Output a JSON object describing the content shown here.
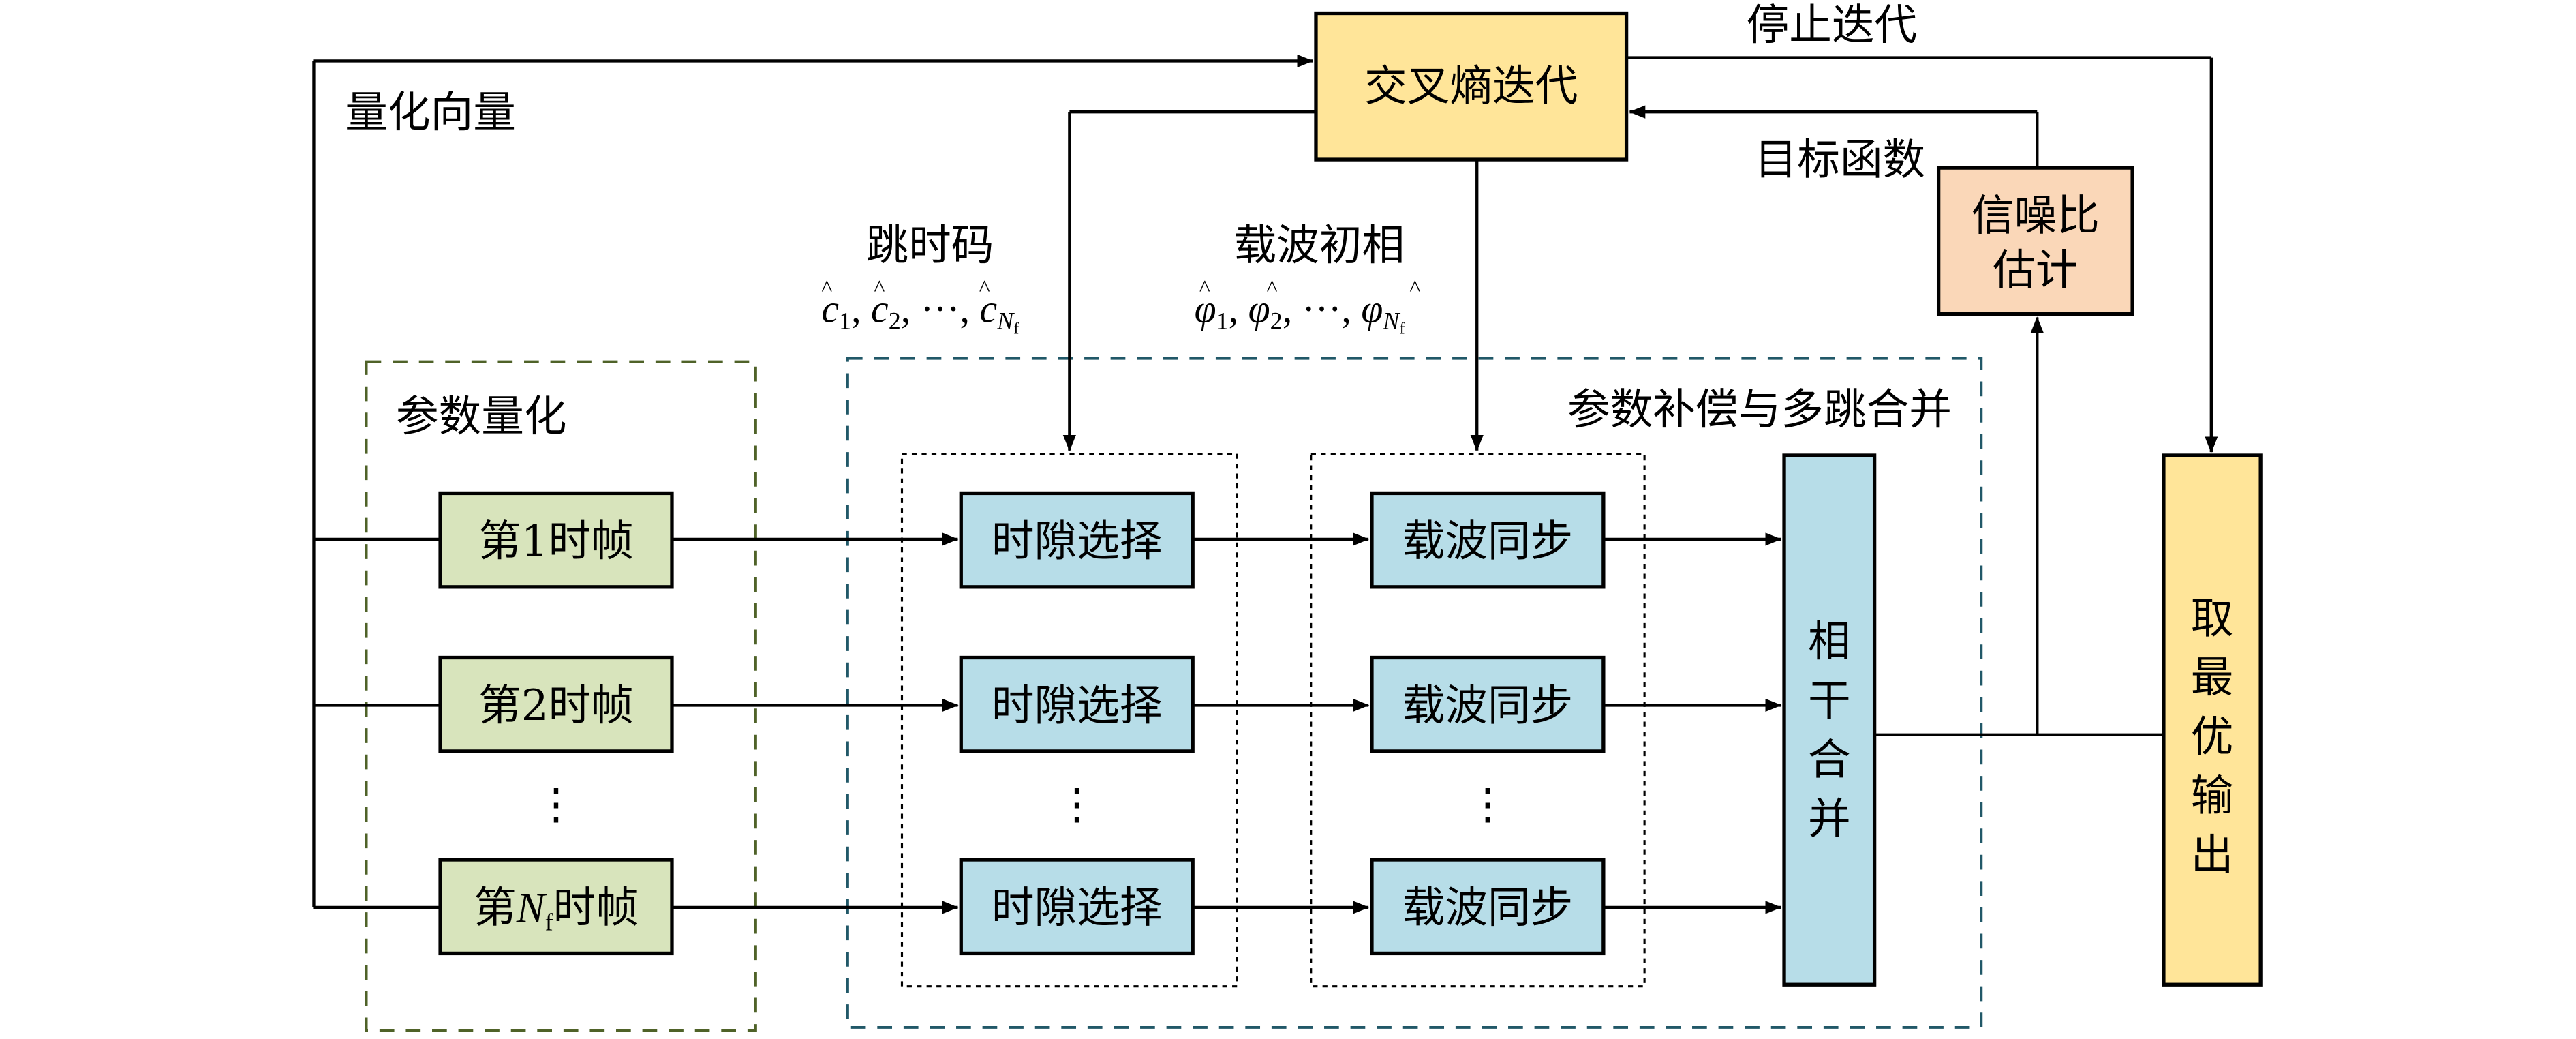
{
  "colors": {
    "cross_entropy": "#FFE599",
    "frame": "#D8E4BC",
    "process": "#B7DDE8",
    "snr": "#FAD7B8",
    "output": "#FFE599",
    "quant_group_border": "#4F6228",
    "comp_group_border": "#215868"
  },
  "labels": {
    "quantized_vector": "量化向量",
    "stop_iteration": "停止迭代",
    "objective_function": "目标函数",
    "hopping_code": "跳时码",
    "hopping_code_math": {
      "sym": "c",
      "items": [
        "1",
        "2",
        "N"
      ],
      "last_sub": "f",
      "ellipsis": "···"
    },
    "carrier_phase": "载波初相",
    "carrier_phase_math": {
      "sym": "φ",
      "items": [
        "1",
        "2",
        "N"
      ],
      "last_sub": "f",
      "ellipsis": "···"
    }
  },
  "blocks": {
    "cross_entropy": "交叉熵迭代",
    "snr_line1": "信噪比",
    "snr_line2": "估计",
    "coherent_combine": [
      "相",
      "干",
      "合",
      "并"
    ],
    "best_output": [
      "取",
      "最",
      "优",
      "输",
      "出"
    ]
  },
  "groups": {
    "quantization": "参数量化",
    "compensation": "参数补偿与多跳合并"
  },
  "frames": [
    {
      "prefix": "第",
      "index": "1",
      "suffix": "时帧"
    },
    {
      "prefix": "第",
      "index": "2",
      "suffix": "时帧"
    },
    {
      "prefix": "第",
      "index": "N",
      "index_sub": "f",
      "suffix": "时帧"
    }
  ],
  "slot_select_label": "时隙选择",
  "carrier_sync_label": "载波同步",
  "ellipsis_vertical": "⋮"
}
